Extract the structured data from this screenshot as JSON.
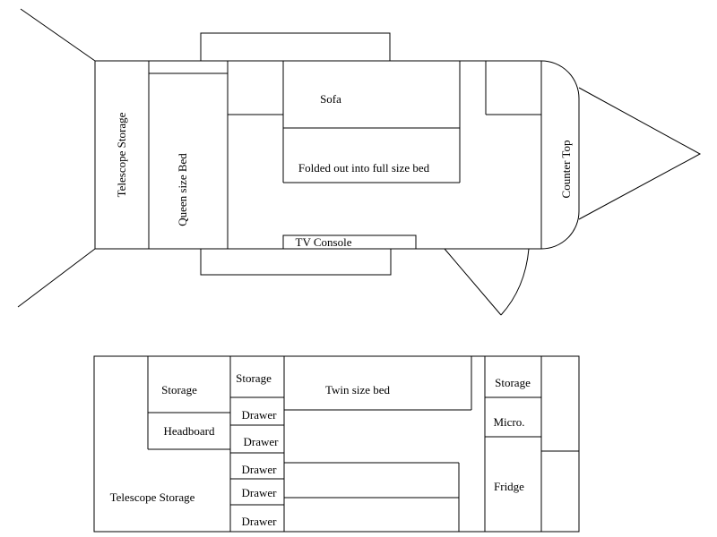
{
  "top_plan": {
    "telescope_storage": "Telescope Storage",
    "queen_bed": "Queen size Bed",
    "sofa": "Sofa",
    "folded_bed": "Folded out into full size bed",
    "tv_console": "TV Console",
    "counter_top": "Counter Top"
  },
  "bottom_plan": {
    "storage_left": "Storage",
    "headboard": "Headboard",
    "telescope_storage": "Telescope Storage",
    "storage_middle": "Storage",
    "drawer_1": "Drawer",
    "drawer_2": "Drawer",
    "drawer_3": "Drawer",
    "drawer_4": "Drawer",
    "drawer_5": "Drawer",
    "twin_bed": "Twin size bed",
    "storage_right": "Storage",
    "micro": "Micro.",
    "fridge": "Fridge"
  }
}
